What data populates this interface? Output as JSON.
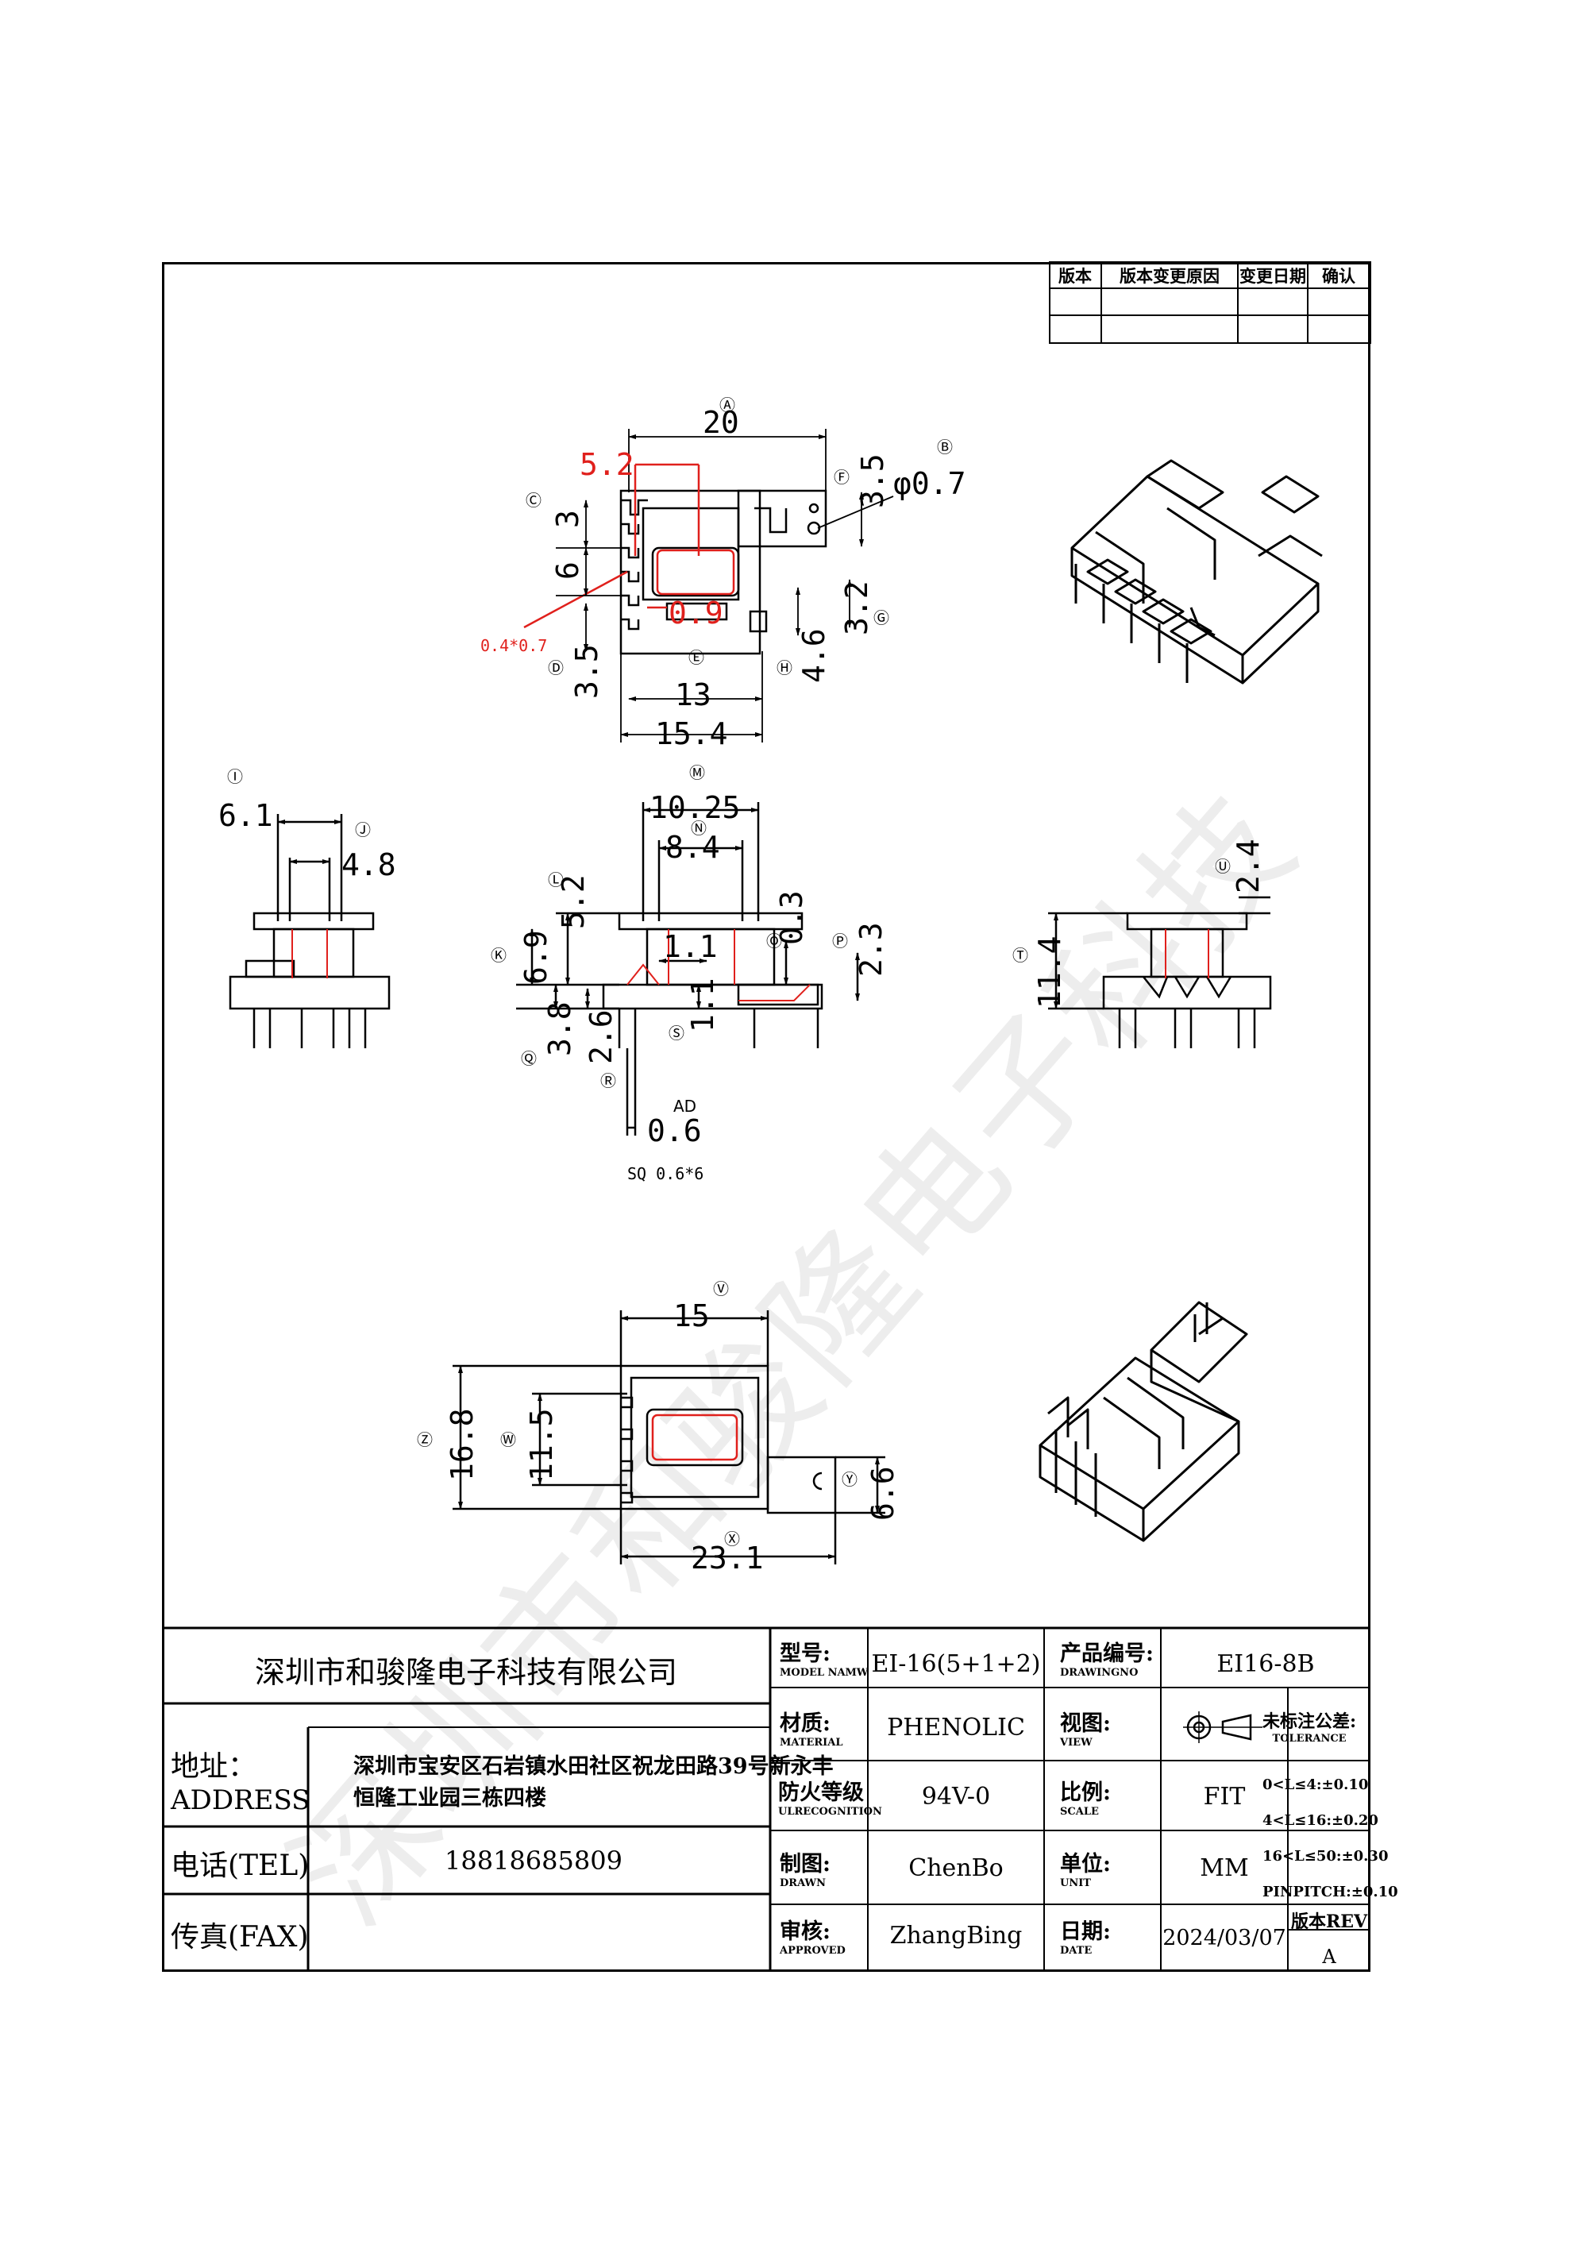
{
  "revision_table": {
    "headers": [
      "版本",
      "版本变更原因",
      "变更日期",
      "确认"
    ]
  },
  "labels": {
    "A": "Ⓐ",
    "B": "Ⓑ",
    "C": "Ⓒ",
    "D": "Ⓓ",
    "E": "Ⓔ",
    "F": "Ⓕ",
    "G": "Ⓖ",
    "H": "Ⓗ",
    "I": "Ⓘ",
    "J": "Ⓙ",
    "K": "Ⓚ",
    "L": "Ⓛ",
    "M": "Ⓜ",
    "N": "Ⓝ",
    "O": "Ⓞ",
    "P": "Ⓟ",
    "Q": "Ⓠ",
    "R": "Ⓡ",
    "S": "Ⓢ",
    "T": "Ⓣ",
    "U": "Ⓤ",
    "V": "Ⓥ",
    "W": "Ⓦ",
    "X": "Ⓧ",
    "Y": "Ⓨ",
    "Z": "Ⓩ",
    "AD": "AD"
  },
  "top_view_dims": {
    "A": "20",
    "red_5_2": "5.2",
    "B": "φ0.7",
    "F": "3.5",
    "C": "3",
    "six": "6",
    "red_0_9": "0.9",
    "G": "3.2",
    "D": "3.5",
    "H": "4.6",
    "E": "13",
    "total": "15.4",
    "pin_note": "0.4*0.7"
  },
  "front_view_dims": {
    "I": "6.1",
    "J": "4.8",
    "M": "10.25",
    "N": "8.4",
    "L": "5.2",
    "K": "6.9",
    "O": "0.3",
    "O2": "1.1",
    "P": "2.3",
    "Q": "3.8",
    "R": "2.6",
    "S": "1.1",
    "AD": "0.6",
    "pin_sq": "SQ 0.6*6",
    "U": "2.4",
    "T": "11.4"
  },
  "bottom_view_dims": {
    "V": "15",
    "Z": "16.8",
    "W": "11.5",
    "X": "23.1",
    "Y": "6.6"
  },
  "watermark": "深圳市和骏隆电子科技",
  "title_block": {
    "company": "深圳市和骏隆电子科技有限公司",
    "address_label_cn": "地址：",
    "address_label_en": "ADDRESS",
    "address_value_line1": "深圳市宝安区石岩镇水田社区祝龙田路39号新永丰",
    "address_value_line2": "恒隆工业园三栋四楼",
    "tel_label": "电话(TEL)",
    "tel_value": "18818685809",
    "fax_label": "传真(FAX)",
    "fax_value": "",
    "model_label_cn": "型号:",
    "model_label_en": "MODEL NAMW",
    "model_value": "EI-16(5+1+2)",
    "drawingno_label_cn": "产品编号:",
    "drawingno_label_en": "DRAWINGNO",
    "drawingno_value": "EI16-8B",
    "material_label_cn": "材质:",
    "material_label_en": "MATERIAL",
    "material_value": "PHENOLIC",
    "view_label_cn": "视图:",
    "view_label_en": "VIEW",
    "tolerance_label_cn": "未标注公差:",
    "tolerance_label_en": "TOLERANCE",
    "tolerance_rows": [
      "0<L≤4:±0.10",
      "4<L≤16:±0.20",
      "16<L≤50:±0.30",
      "PINPITCH:±0.10"
    ],
    "fire_label_cn": "防火等级",
    "fire_label_en": "ULRECOGNITION",
    "fire_value": "94V-0",
    "scale_label_cn": "比例:",
    "scale_label_en": "SCALE",
    "scale_value": "FIT",
    "drawn_label_cn": "制图:",
    "drawn_label_en": "DRAWN",
    "drawn_value": "ChenBo",
    "unit_label_cn": "单位:",
    "unit_label_en": "UNIT",
    "unit_value": "MM",
    "approved_label_cn": "审核:",
    "approved_label_en": "APPROVED",
    "approved_value": "ZhangBing",
    "date_label_cn": "日期:",
    "date_label_en": "DATE",
    "date_value": "2024/03/07",
    "rev_label": "版本REV",
    "rev_value": "A"
  },
  "colors": {
    "line": "#000000",
    "red": "#e0201c"
  }
}
